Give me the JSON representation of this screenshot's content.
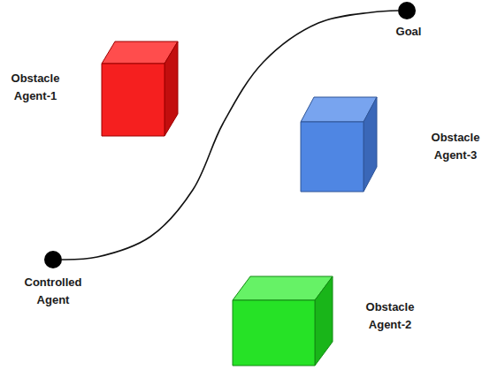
{
  "diagram": {
    "nodes": [
      {
        "text": [
          "Goal"
        ]
      },
      {
        "text": [
          "Obstacle Agent-1"
        ]
      },
      {
        "text": [
          "Obstacle Agent-3"
        ]
      },
      {
        "text": [
          "Controlled Agent"
        ]
      },
      {
        "text": [
          "Obstacle Agent-2"
        ]
      }
    ],
    "edges": [
      {
        "from": 3,
        "to": 0,
        "arrow": "none"
      }
    ]
  }
}
